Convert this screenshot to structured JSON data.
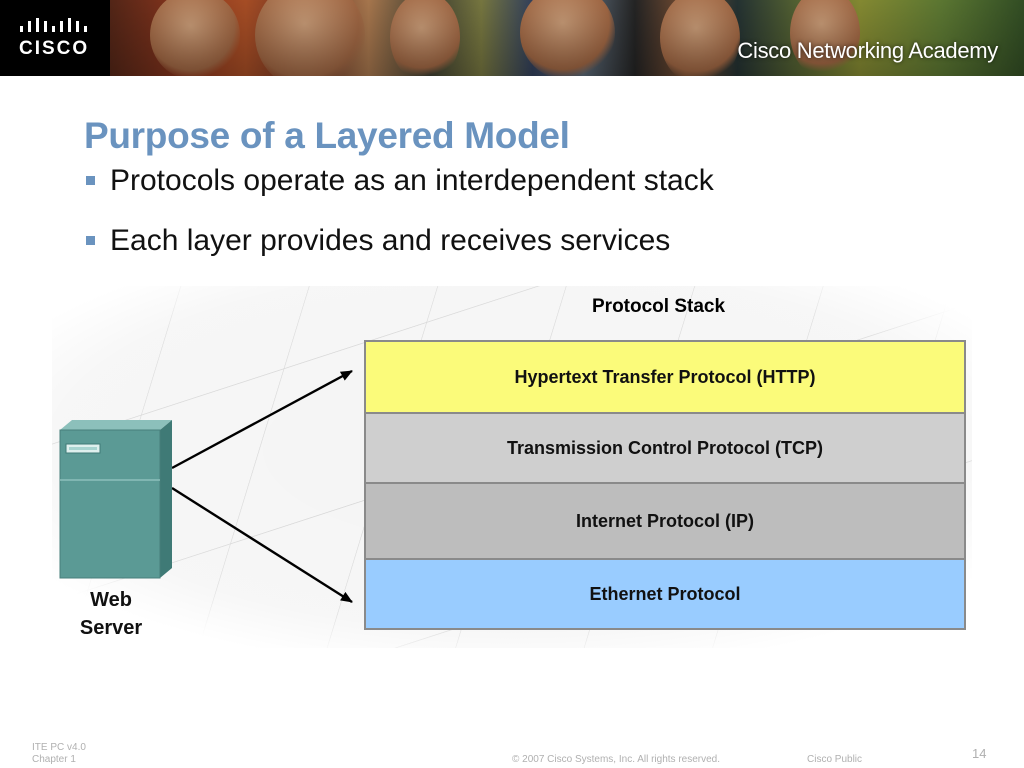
{
  "banner": {
    "logo_text": "CISCO",
    "academy_text": "Cisco Networking Academy"
  },
  "slide": {
    "title": "Purpose of a Layered Model",
    "bullets": [
      "Protocols operate as an interdependent stack",
      "Each layer provides and receives services"
    ]
  },
  "diagram": {
    "stack_title": "Protocol Stack",
    "layers": [
      {
        "label": "Hypertext Transfer Protocol (HTTP)",
        "color": "#fbfb7a"
      },
      {
        "label": "Transmission Control Protocol (TCP)",
        "color": "#cfcfcf"
      },
      {
        "label": "Internet Protocol (IP)",
        "color": "#bdbdbd"
      },
      {
        "label": "Ethernet Protocol",
        "color": "#99ccff"
      }
    ],
    "server_label_line1": "Web",
    "server_label_line2": "Server",
    "server_color": "#5b9a95"
  },
  "footer": {
    "course": "ITE PC v4.0",
    "chapter": "Chapter 1",
    "copyright": "© 2007 Cisco Systems, Inc. All rights reserved.",
    "classification": "Cisco Public",
    "page_number": "14"
  },
  "colors": {
    "title": "#6a93bf",
    "bullet": "#6a93bf"
  }
}
